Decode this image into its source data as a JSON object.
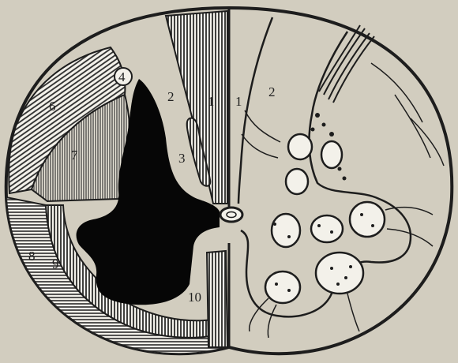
{
  "figure": {
    "colors": {
      "paper": "#d2cdbf",
      "white_matter": "#f3f1ea",
      "gray_matter": "#060606",
      "ink": "#1d1d1d",
      "hatching": "#2b2b2b"
    },
    "region_labels": [
      {
        "id": "1-left",
        "text": "1"
      },
      {
        "id": "2-left",
        "text": "2"
      },
      {
        "id": "3",
        "text": "3"
      },
      {
        "id": "4",
        "text": "4"
      },
      {
        "id": "6",
        "text": "6"
      },
      {
        "id": "7",
        "text": "7"
      },
      {
        "id": "8",
        "text": "8"
      },
      {
        "id": "9",
        "text": "9"
      },
      {
        "id": "10",
        "text": "10"
      },
      {
        "id": "1-right",
        "text": "1"
      },
      {
        "id": "2-right",
        "text": "2"
      }
    ]
  }
}
